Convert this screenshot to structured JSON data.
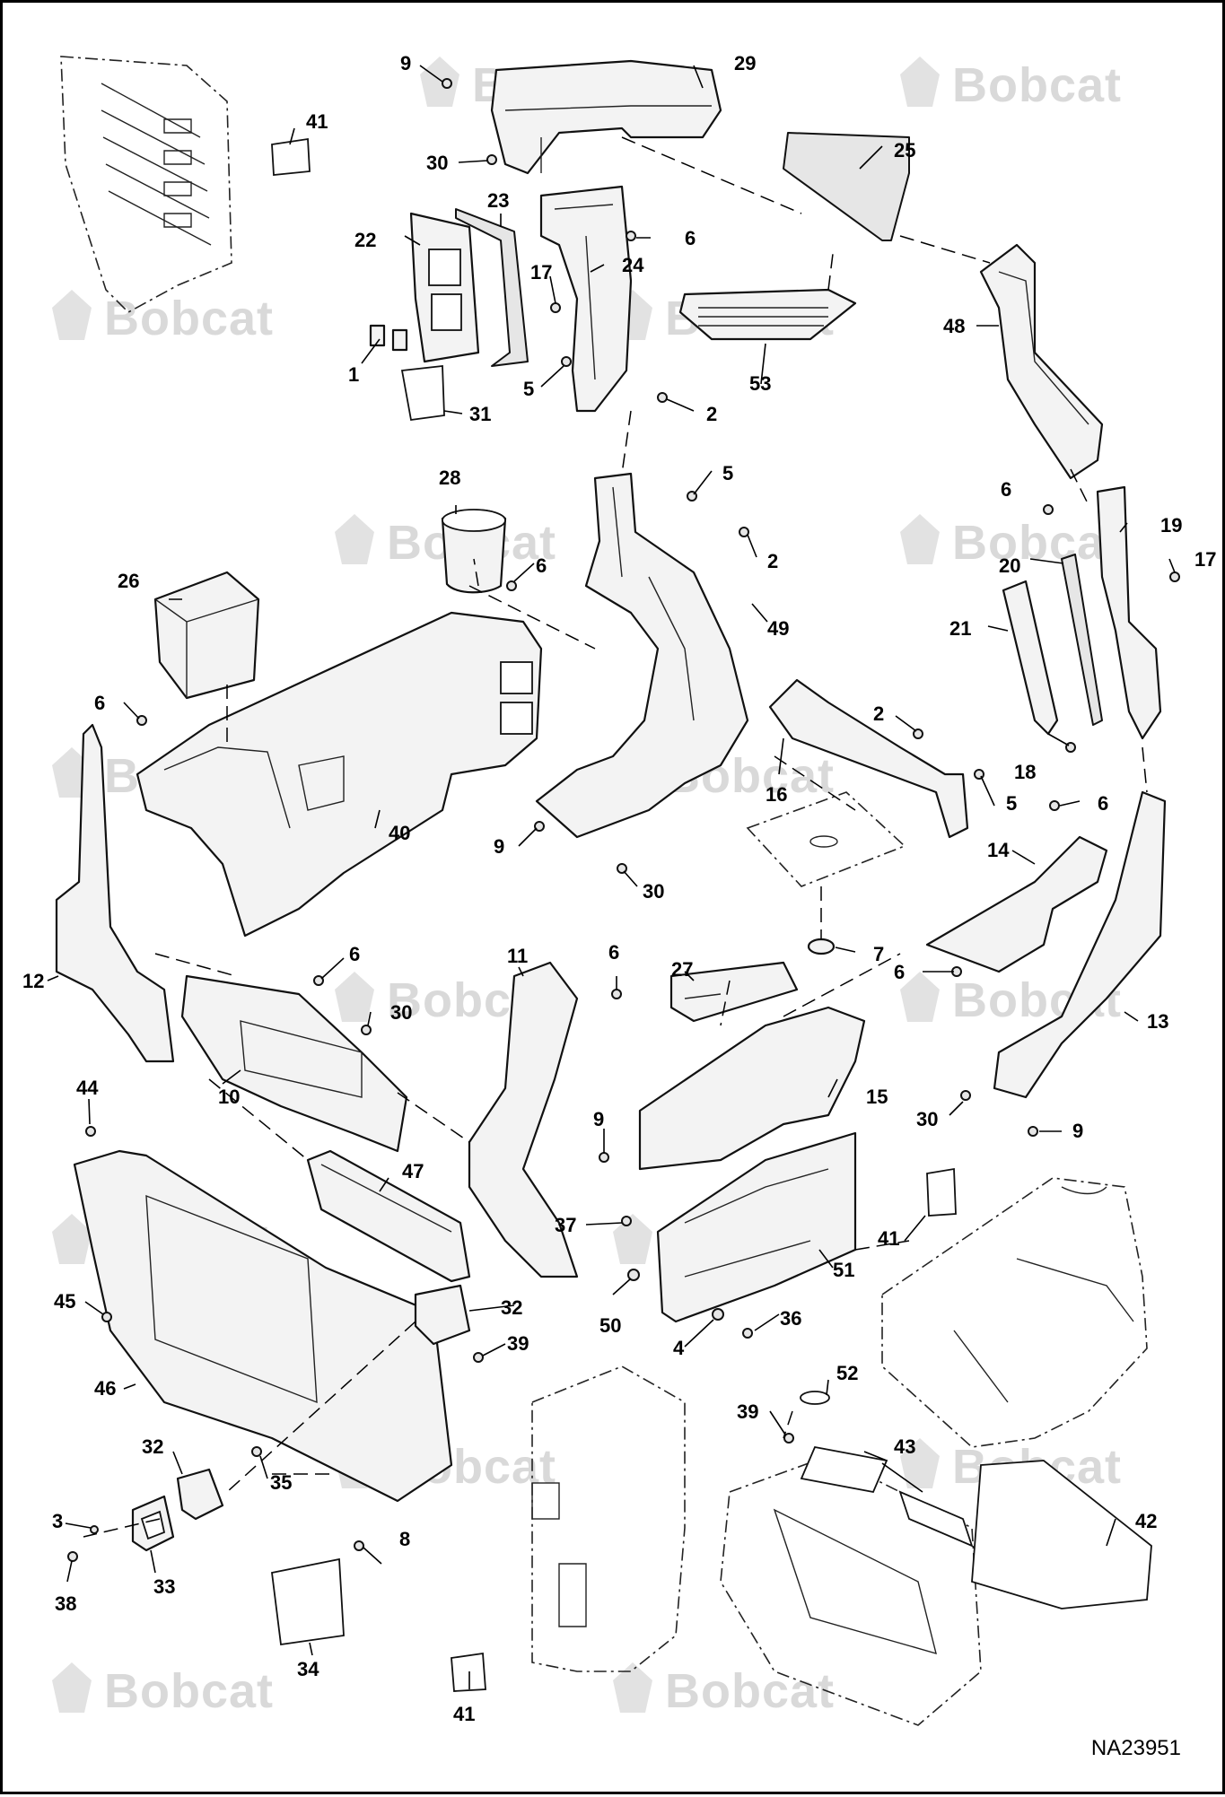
{
  "watermark": {
    "brand": "Bobcat"
  },
  "drawing_id": "NA23951",
  "callouts": [
    {
      "id": "c-9a",
      "label": "9"
    },
    {
      "id": "c-29",
      "label": "29"
    },
    {
      "id": "c-41a",
      "label": "41"
    },
    {
      "id": "c-30a",
      "label": "30"
    },
    {
      "id": "c-25",
      "label": "25"
    },
    {
      "id": "c-22",
      "label": "22"
    },
    {
      "id": "c-23",
      "label": "23"
    },
    {
      "id": "c-6a",
      "label": "6"
    },
    {
      "id": "c-17a",
      "label": "17"
    },
    {
      "id": "c-24",
      "label": "24"
    },
    {
      "id": "c-48",
      "label": "48"
    },
    {
      "id": "c-1",
      "label": "1"
    },
    {
      "id": "c-5a",
      "label": "5"
    },
    {
      "id": "c-53",
      "label": "53"
    },
    {
      "id": "c-31",
      "label": "31"
    },
    {
      "id": "c-2a",
      "label": "2"
    },
    {
      "id": "c-28",
      "label": "28"
    },
    {
      "id": "c-5b",
      "label": "5"
    },
    {
      "id": "c-6b",
      "label": "6"
    },
    {
      "id": "c-19",
      "label": "19"
    },
    {
      "id": "c-2b",
      "label": "2"
    },
    {
      "id": "c-6c",
      "label": "6"
    },
    {
      "id": "c-26",
      "label": "26"
    },
    {
      "id": "c-20",
      "label": "20"
    },
    {
      "id": "c-17b",
      "label": "17"
    },
    {
      "id": "c-49",
      "label": "49"
    },
    {
      "id": "c-21",
      "label": "21"
    },
    {
      "id": "c-6d",
      "label": "6"
    },
    {
      "id": "c-2c",
      "label": "2"
    },
    {
      "id": "c-18",
      "label": "18"
    },
    {
      "id": "c-16",
      "label": "16"
    },
    {
      "id": "c-5c",
      "label": "5"
    },
    {
      "id": "c-6e",
      "label": "6"
    },
    {
      "id": "c-40",
      "label": "40"
    },
    {
      "id": "c-9b",
      "label": "9"
    },
    {
      "id": "c-14",
      "label": "14"
    },
    {
      "id": "c-30b",
      "label": "30"
    },
    {
      "id": "c-6f",
      "label": "6"
    },
    {
      "id": "c-7",
      "label": "7"
    },
    {
      "id": "c-6g",
      "label": "6"
    },
    {
      "id": "c-11",
      "label": "11"
    },
    {
      "id": "c-6h",
      "label": "6"
    },
    {
      "id": "c-12",
      "label": "12"
    },
    {
      "id": "c-27",
      "label": "27"
    },
    {
      "id": "c-30c",
      "label": "30"
    },
    {
      "id": "c-13",
      "label": "13"
    },
    {
      "id": "c-10",
      "label": "10"
    },
    {
      "id": "c-15",
      "label": "15"
    },
    {
      "id": "c-44",
      "label": "44"
    },
    {
      "id": "c-30d",
      "label": "30"
    },
    {
      "id": "c-9c",
      "label": "9"
    },
    {
      "id": "c-9d",
      "label": "9"
    },
    {
      "id": "c-47",
      "label": "47"
    },
    {
      "id": "c-37",
      "label": "37"
    },
    {
      "id": "c-41b",
      "label": "41"
    },
    {
      "id": "c-51",
      "label": "51"
    },
    {
      "id": "c-45",
      "label": "45"
    },
    {
      "id": "c-32a",
      "label": "32"
    },
    {
      "id": "c-50",
      "label": "50"
    },
    {
      "id": "c-36",
      "label": "36"
    },
    {
      "id": "c-4",
      "label": "4"
    },
    {
      "id": "c-39a",
      "label": "39"
    },
    {
      "id": "c-46",
      "label": "46"
    },
    {
      "id": "c-52",
      "label": "52"
    },
    {
      "id": "c-39b",
      "label": "39"
    },
    {
      "id": "c-32b",
      "label": "32"
    },
    {
      "id": "c-43",
      "label": "43"
    },
    {
      "id": "c-35",
      "label": "35"
    },
    {
      "id": "c-42",
      "label": "42"
    },
    {
      "id": "c-3",
      "label": "3"
    },
    {
      "id": "c-8",
      "label": "8"
    },
    {
      "id": "c-33",
      "label": "33"
    },
    {
      "id": "c-38",
      "label": "38"
    },
    {
      "id": "c-34",
      "label": "34"
    },
    {
      "id": "c-41c",
      "label": "41"
    }
  ]
}
